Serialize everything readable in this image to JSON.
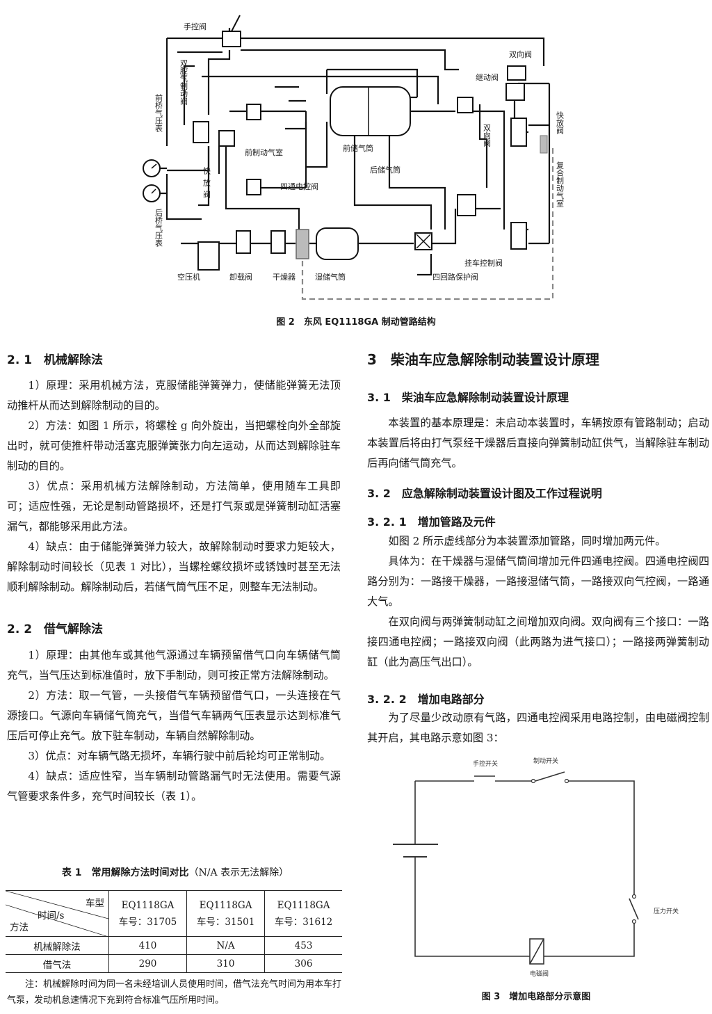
{
  "figure2": {
    "caption": "图 2　东风 EQ1118GA 制动管路结构",
    "labels": {
      "hand_valve": "手控阀",
      "dual_brake_valve": "双腔气制动阀",
      "front_axle_gauge": "前桥气压表",
      "rear_axle_gauge": "后桥气压表",
      "quick_release_left": "快放阀",
      "front_chamber": "前制动气室",
      "front_tank": "前储气筒",
      "rear_tank": "后储气筒",
      "four_way_valve": "四通电控阀",
      "relay_valve": "继动阀",
      "double_valve_top": "双向阀",
      "double_valve_mid": "双向阀",
      "quick_release_right": "快放阀",
      "composite_chamber": "复合制动气室",
      "compressor": "空压机",
      "unloader": "卸载阀",
      "dryer": "干燥器",
      "wet_tank": "湿储气筒",
      "four_circuit_valve": "四回路保护阀",
      "trailer_valve": "挂车控制阀"
    }
  },
  "left": {
    "s21_title": "2. 1　机械解除法",
    "s21_p1": "1）原理：采用机械方法，克服储能弹簧弹力，使储能弹簧无法顶动推杆从而达到解除制动的目的。",
    "s21_p2": "2）方法：如图 1 所示，将螺栓 g 向外旋出，当把螺栓向外全部旋出时，就可使推杆带动活塞克服弹簧张力向左运动，从而达到解除驻车制动的目的。",
    "s21_p3": "3）优点：采用机械方法解除制动，方法简单，使用随车工具即可；适应性强，无论是制动管路损坏，还是打气泵或是弹簧制动缸活塞漏气，都能够采用此方法。",
    "s21_p4": "4）缺点：由于储能弹簧弹力较大，故解除制动时要求力矩较大，解除制动时间较长（见表 1 对比），当螺栓螺纹损坏或锈蚀时甚至无法顺利解除制动。解除制动后，若储气筒气压不足，则整车无法制动。",
    "s22_title": "2. 2　借气解除法",
    "s22_p1": "1）原理：由其他车或其他气源通过车辆预留借气口向车辆储气筒充气，当气压达到标准值时，放下手制动，则可按正常方法解除制动。",
    "s22_p2": "2）方法：取一气管，一头接借气车辆预留借气口，一头连接在气源接口。气源向车辆储气筒充气，当借气车辆两气压表显示达到标准气压后可停止充气。放下驻车制动，车辆自然解除制动。",
    "s22_p3": "3）优点：对车辆气路无损坏，车辆行驶中前后轮均可正常制动。",
    "s22_p4": "4）缺点：适应性窄，当车辆制动管路漏气时无法使用。需要气源气管要求条件多，充气时间较长（表 1）。"
  },
  "table1": {
    "caption_bold": "表 1　常用解除方法时间对比",
    "caption_rest": "（N/A 表示无法解除）",
    "corner_top": "车型",
    "corner_mid": "时间/s",
    "corner_bottom": "方法",
    "columns": [
      {
        "model": "EQ1118GA",
        "number": "车号：31705"
      },
      {
        "model": "EQ1118GA",
        "number": "车号：31501"
      },
      {
        "model": "EQ1118GA",
        "number": "车号：31612"
      }
    ],
    "rows": [
      {
        "method": "机械解除法",
        "values": [
          "410",
          "N/A",
          "453"
        ]
      },
      {
        "method": "借气法",
        "values": [
          "290",
          "310",
          "306"
        ]
      }
    ],
    "note": "注：机械解除时间为同一名未经培训人员使用时间，借气法充气时间为用本车打气泵，发动机怠速情况下充到符合标准气压所用时间。"
  },
  "right": {
    "s3_title": "3　柴油车应急解除制动装置设计原理",
    "s31_title": "3. 1　柴油车应急解除制动装置设计原理",
    "s31_p1": "本装置的基本原理是：未启动本装置时，车辆按原有管路制动；启动本装置后将由打气泵经干燥器后直接向弹簧制动缸供气，当解除驻车制动后再向储气筒充气。",
    "s32_title": "3. 2　应急解除制动装置设计图及工作过程说明",
    "s321_title": "3. 2. 1　增加管路及元件",
    "s321_p1": "如图 2 所示虚线部分为本装置添加管路，同时增加两元件。",
    "s321_p2": "具体为：在干燥器与湿储气筒间增加元件四通电控阀。四通电控阀四路分别为：一路接干燥器，一路接湿储气筒，一路接双向气控阀，一路通大气。",
    "s321_p3": "在双向阀与两弹簧制动缸之间增加双向阀。双向阀有三个接口：一路接四通电控阀；一路接双向阀（此两路为进气接口）；一路接两弹簧制动缸（此为高压气出口）。",
    "s322_title": "3. 2. 2　增加电路部分",
    "s322_p1": "为了尽量少改动原有气路，四通电控阀采用电路控制，由电磁阀控制其开启，其电路示意如图 3："
  },
  "figure3": {
    "hand_switch": "手控开关",
    "brake_switch": "制动开关",
    "pressure_switch": "压力开关",
    "solenoid": "电磁阀",
    "caption": "图 3　增加电路部分示意图"
  }
}
